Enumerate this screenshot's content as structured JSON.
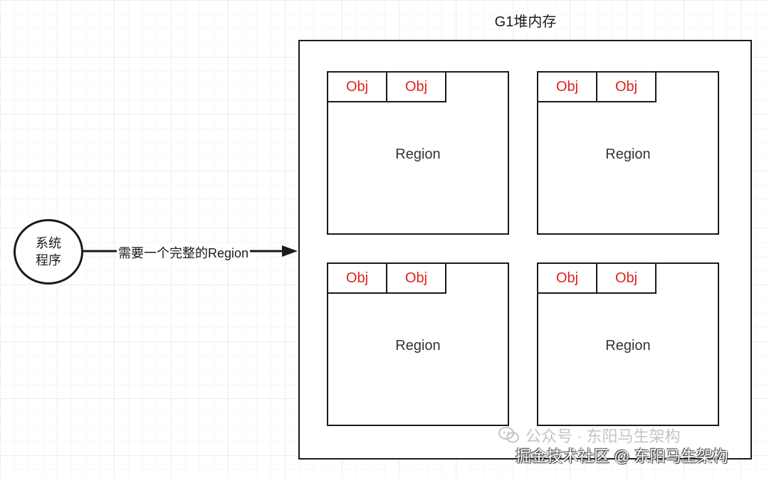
{
  "heap": {
    "title": "G1堆内存"
  },
  "regions": [
    {
      "label": "Region",
      "objs": [
        "Obj",
        "Obj"
      ]
    },
    {
      "label": "Region",
      "objs": [
        "Obj",
        "Obj"
      ]
    },
    {
      "label": "Region",
      "objs": [
        "Obj",
        "Obj"
      ]
    },
    {
      "label": "Region",
      "objs": [
        "Obj",
        "Obj"
      ]
    }
  ],
  "system": {
    "line1": "系统",
    "line2": "程序"
  },
  "arrow": {
    "label": "需要一个完整的Region"
  },
  "watermark": {
    "line1": "公众号 · 东阳马生架构",
    "line2": "掘金技术社区 @ 东阳马生架构"
  },
  "colors": {
    "obj_text": "#e02020",
    "border": "#1a1a1a",
    "grid": "#ececec"
  }
}
